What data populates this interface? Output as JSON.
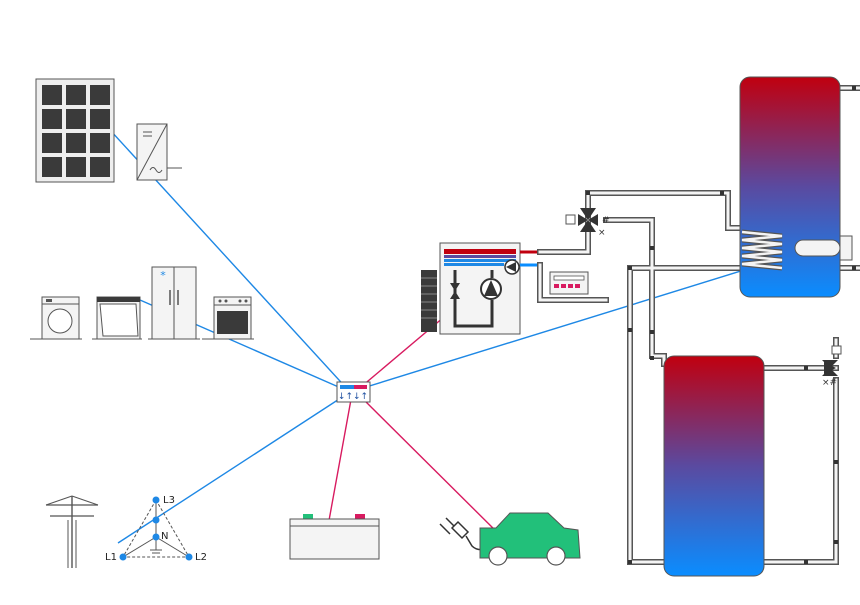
{
  "colors": {
    "electric_link": "#1e88e5",
    "thermal_link": "#d81b60",
    "hot": "#c0000f",
    "cold": "#0a8dff",
    "pipe": "#555555",
    "panel": "#3a3a3a",
    "car": "#22c07a"
  },
  "grid": {
    "phase_labels": [
      "L3",
      "N",
      "L1",
      "L2"
    ]
  },
  "icons": [
    "solar-panel-icon",
    "inverter-icon",
    "washing-machine-icon",
    "dishwasher-icon",
    "fridge-icon",
    "oven-icon",
    "heat-pump-icon",
    "controller-icon",
    "energy-manager-icon",
    "power-pylon-icon",
    "battery-icon",
    "ev-charger-plug-icon",
    "electric-car-icon",
    "storage-tank-top-icon",
    "storage-tank-bottom-icon",
    "mixing-valve-icon"
  ]
}
